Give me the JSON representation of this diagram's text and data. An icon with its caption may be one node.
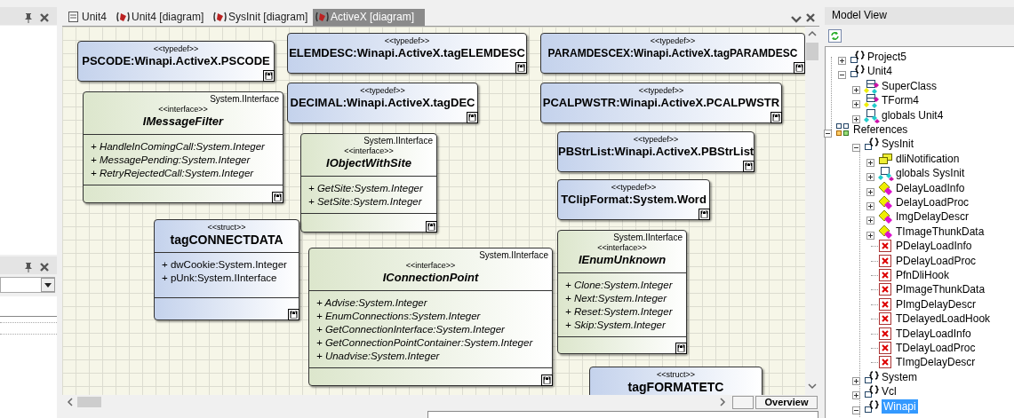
{
  "diagram": {
    "nodes": [
      {
        "text": [
          "<<typedef>>",
          "PSCODE:Winapi.ActiveX.PSCODE"
        ]
      },
      {
        "text": [
          "<<typedef>>",
          "ELEMDESC:Winapi.ActiveX.tagELEMDESC"
        ]
      },
      {
        "text": [
          "<<typedef>>",
          "PARAMDESCEX:Winapi.ActiveX.tagPARAMDESC"
        ]
      },
      {
        "text": [
          "System.IInterface",
          "<<interface>>",
          "IMessageFilter",
          "+ HandleInComingCall:System.Integer",
          "+ MessagePending:System.Integer",
          "+ RetryRejectedCall:System.Integer"
        ]
      },
      {
        "text": [
          "<<typedef>>",
          "DECIMAL:Winapi.ActiveX.tagDEC"
        ]
      },
      {
        "text": [
          "<<typedef>>",
          "PCALPWSTR:Winapi.ActiveX.PCALPWSTR"
        ]
      },
      {
        "text": [
          "System.IInterface",
          "<<interface>>",
          "IObjectWithSite",
          "+ GetSite:System.Integer",
          "+ SetSite:System.Integer"
        ]
      },
      {
        "text": [
          "<<typedef>>",
          "PBStrList:Winapi.ActiveX.PBStrList"
        ]
      },
      {
        "text": [
          "<<typedef>>",
          "TClipFormat:System.Word"
        ]
      },
      {
        "text": [
          "<<struct>>",
          "tagCONNECTDATA",
          "+ dwCookie:System.Integer",
          "+ pUnk:System.IInterface"
        ]
      },
      {
        "text": [
          "System.IInterface",
          "<<interface>>",
          "IEnumUnknown",
          "+ Clone:System.Integer",
          "+ Next:System.Integer",
          "+ Reset:System.Integer",
          "+ Skip:System.Integer"
        ]
      },
      {
        "text": [
          "System.IInterface",
          "<<interface>>",
          "IConnectionPoint",
          "+ Advise:System.Integer",
          "+ EnumConnections:System.Integer",
          "+ GetConnectionInterface:System.Integer",
          "+ GetConnectionPointContainer:System.Integer",
          "+ Unadvise:System.Integer"
        ]
      },
      {
        "text": [
          "<<struct>>",
          "tagFORMATETC"
        ]
      }
    ],
    "labels": [
      "Unit4",
      "Unit4 [diagram]",
      "SysInit [diagram]",
      "ActiveX [diagram]",
      "Model View",
      "Project5",
      "Unit4",
      "SuperClass",
      "TForm4",
      "globals Unit4",
      "References",
      "SysInit",
      "dliNotification",
      "globals SysInit",
      "DelayLoadInfo",
      "DelayLoadProc",
      "ImgDelayDescr",
      "TImageThunkData",
      "PDelayLoadInfo",
      "PDelayLoadProc",
      "PfnDliHook",
      "PImageThunkData",
      "PImgDelayDescr",
      "TDelayedLoadHook",
      "TDelayLoadInfo",
      "TDelayLoadProc",
      "TImgDelayDescr",
      "System",
      "Vcl",
      "Winapi",
      "Overview"
    ]
  }
}
